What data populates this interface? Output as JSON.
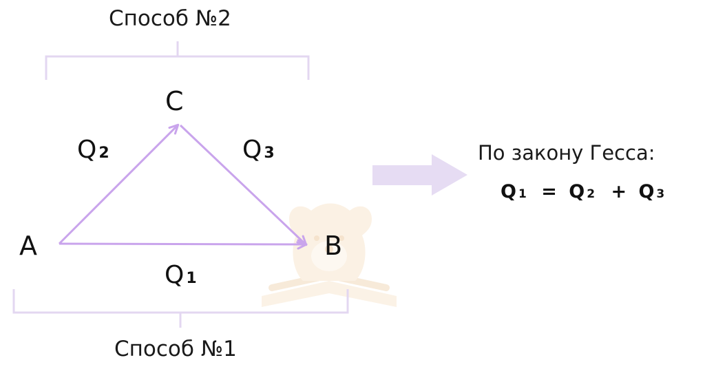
{
  "diagram": {
    "method_top": "Способ №2",
    "method_bottom": "Способ №1",
    "nodes": {
      "a": "A",
      "b": "B",
      "c": "C"
    },
    "edges": {
      "q1": {
        "letter": "Q",
        "sub": "1"
      },
      "q2": {
        "letter": "Q",
        "sub": "2"
      },
      "q3": {
        "letter": "Q",
        "sub": "3"
      }
    }
  },
  "law": {
    "title": "По закону Гесса:",
    "lhs": {
      "letter": "Q",
      "sub": "1"
    },
    "eq": "=",
    "t1": {
      "letter": "Q",
      "sub": "2"
    },
    "plus": "+",
    "t2": {
      "letter": "Q",
      "sub": "3"
    }
  },
  "colors": {
    "arrow": "#c9a4ec",
    "bracket": "#e3d7f1",
    "big_arrow": "#e6dcf3",
    "watermark": "#f9efe0",
    "text": "#111111"
  },
  "icons": {
    "watermark": "bear-book-watermark-icon",
    "big_arrow": "right-arrow-icon"
  }
}
